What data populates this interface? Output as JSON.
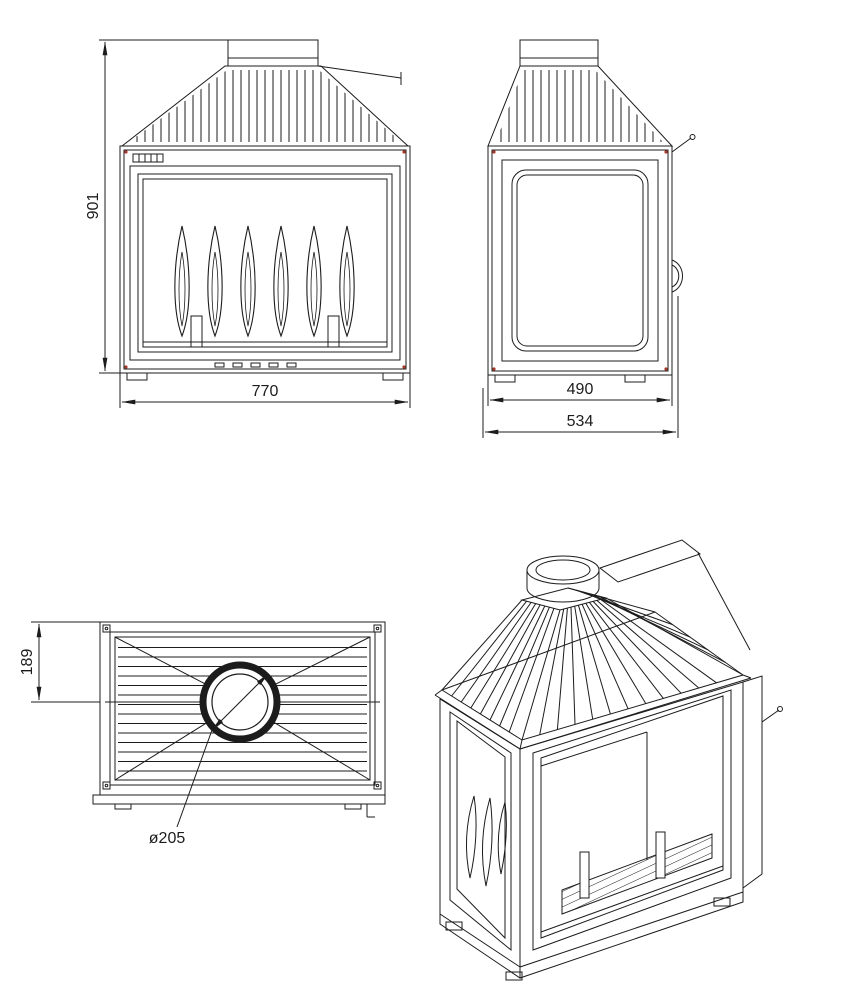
{
  "dimensions": {
    "front_height_mm": "901",
    "front_width_mm": "770",
    "depth_front_mm": "490",
    "depth_total_mm": "534",
    "flue_offset_mm": "189",
    "flue_diameter": "ø205"
  },
  "colors": {
    "line": "#1c1c1c",
    "marker_accent": "#a83a2e",
    "background": "#ffffff"
  }
}
